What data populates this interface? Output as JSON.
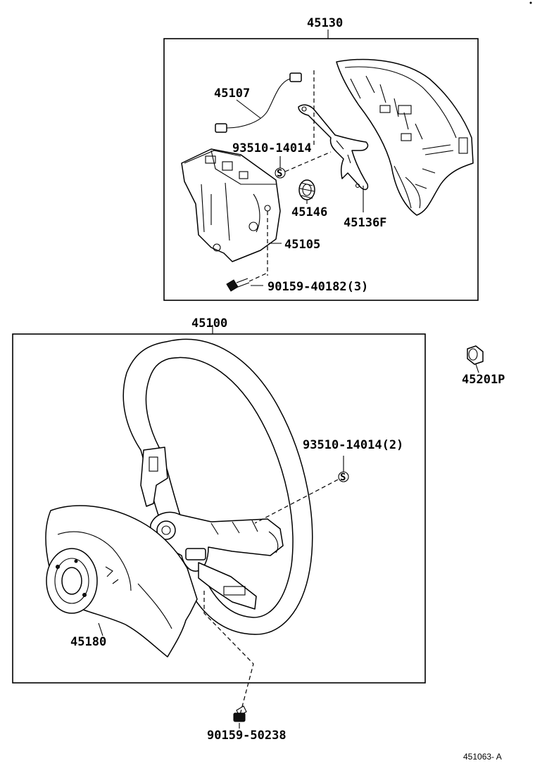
{
  "labels": {
    "assy_upper": "45130",
    "wire": "45107",
    "screw_upper": "93510-14014",
    "pad_spring": "45146",
    "bracket": "45136F",
    "horn_block": "45105",
    "bolt_upper": "90159-40182(3)",
    "wheel_assy": "45100",
    "nut": "45201P",
    "screw_lower": "93510-14014(2)",
    "cover": "45180",
    "bolt_lower": "90159-50238",
    "figure_code": "451063- A"
  },
  "symbols": {
    "screw_marker": "S"
  }
}
